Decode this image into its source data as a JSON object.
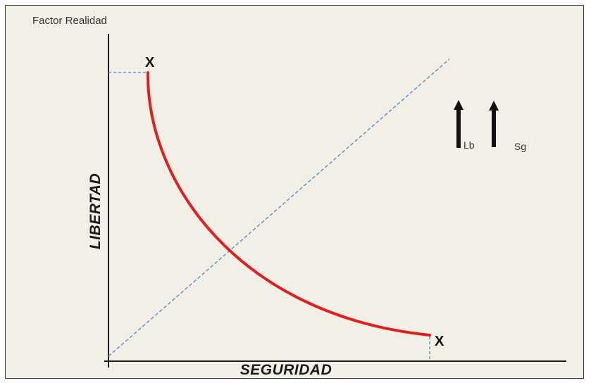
{
  "diagram": {
    "title": "Factor Realidad",
    "y_axis_label": "LIBERTAD",
    "x_axis_label": "SEGURIDAD",
    "endpoint_top_marker": "X",
    "endpoint_bottom_marker": "X",
    "arrow_lb_label": "Lb",
    "arrow_sg_label": "Sg"
  },
  "colors": {
    "background": "#f2efe6",
    "axis": "#1a1a1a",
    "curve": "#e02020",
    "diagonal": "#6a9ac8",
    "arrow": "#111111"
  },
  "icons": [
    "up-arrow-icon",
    "up-arrow-icon"
  ]
}
